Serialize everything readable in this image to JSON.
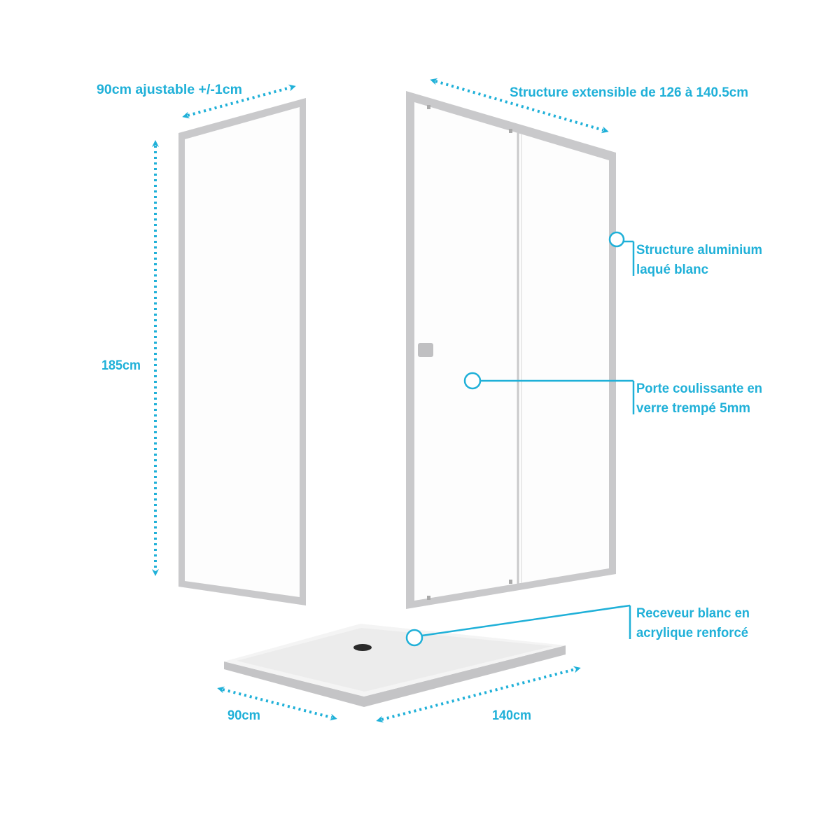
{
  "colors": {
    "accent": "#1fb0d8",
    "frame": "#c9c9cb",
    "glass": "#fdfdfd",
    "tray": "#f2f2f2",
    "tray_side": "#c4c4c6",
    "drain": "#2a2a2a"
  },
  "dimensions": {
    "side_panel_width": "90cm ajustable +/-1cm",
    "height": "185cm",
    "door_width": "Structure extensible de 126 à 140.5cm",
    "tray_depth": "90cm",
    "tray_length": "140cm"
  },
  "callouts": {
    "frame": {
      "line1": "Structure aluminium",
      "line2": "laqué blanc"
    },
    "door": {
      "line1": "Porte coulissante en",
      "line2": "verre trempé 5mm"
    },
    "tray": {
      "line1": "Receveur blanc en",
      "line2": "acrylique renforcé"
    }
  }
}
